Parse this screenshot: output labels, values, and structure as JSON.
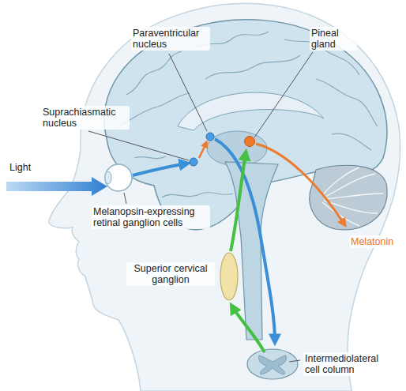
{
  "diagram": {
    "labels": [
      "Paraventricular nucleus",
      "Pineal gland",
      "Suprachiasmatic nucleus",
      "Light",
      "Melanopsin-expressing retinal ganglion cells",
      "Melatonin",
      "Superior cervical ganglion",
      "Intermediolateral cell column"
    ]
  }
}
